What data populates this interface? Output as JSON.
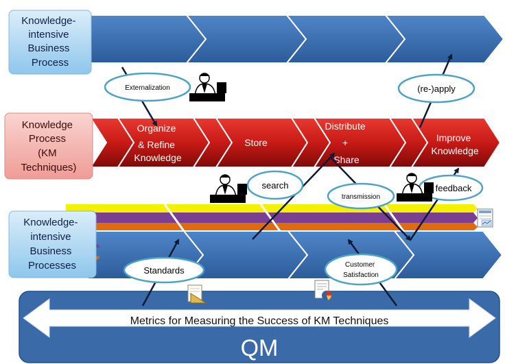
{
  "top_row": {
    "label_lines": [
      "Knowledge-",
      "intensive",
      "Business",
      "Process"
    ]
  },
  "km_row": {
    "label_lines": [
      "Knowledge",
      "Process",
      "(KM",
      "Techniques)"
    ],
    "steps": [
      {
        "lines": [
          "Organize",
          "& Refine",
          "Knowledge"
        ]
      },
      {
        "lines": [
          "Store"
        ]
      },
      {
        "lines": [
          "Distribute",
          "+",
          "Share"
        ]
      },
      {
        "lines": [
          "Improve",
          "Knowledge"
        ]
      }
    ]
  },
  "bottom_row": {
    "label_lines": [
      "Knowledge-",
      "intensive",
      "Business",
      "Processes"
    ]
  },
  "ovals": {
    "externalization": "Externalization",
    "reapply": "(re-)apply",
    "search": "search",
    "transmission": "transmission",
    "feedback": "feedback",
    "standards": "Standards",
    "customer_satisfaction_lines": [
      "Customer",
      "Satisfaction"
    ]
  },
  "qm": {
    "metrics_label": "Metrics for Measuring the Success of KM Techniques",
    "title": "QM"
  },
  "colors": {
    "blue_chevron": "#3a6db0",
    "red_chevron": "#c41a1a",
    "label_blue": "#a9d3f0",
    "label_red": "#f5b2ad",
    "qm_panel": "#3a6aa8",
    "oval_stroke": "#4ea3c4",
    "stripe_yellow": "#f5f000",
    "stripe_purple": "#7a3f93",
    "stripe_orange": "#e06a10"
  }
}
